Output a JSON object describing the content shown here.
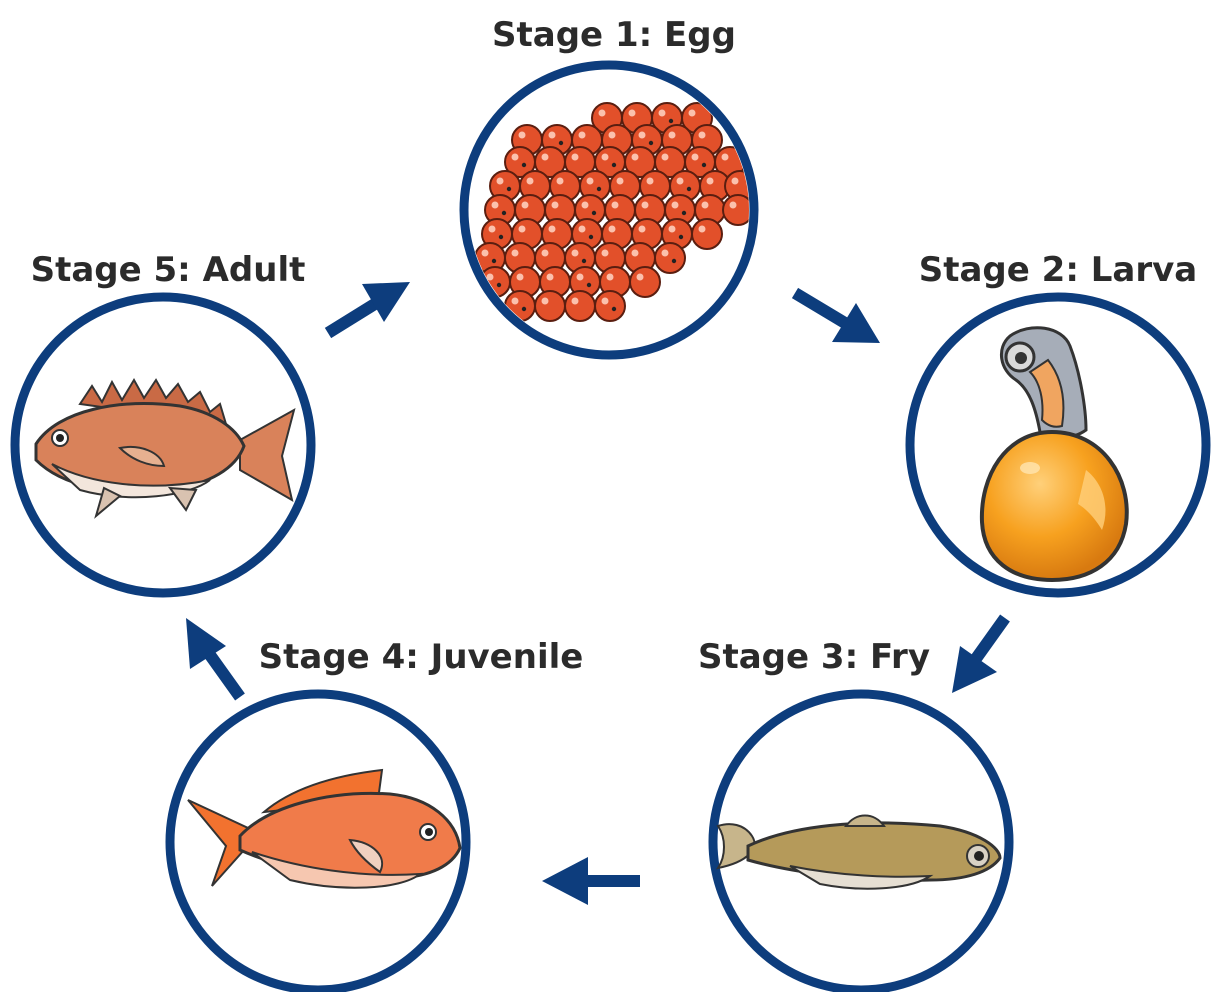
{
  "diagram": {
    "type": "life-cycle",
    "stages": [
      {
        "id": "egg",
        "label": "Stage 1: Egg",
        "icon": "fish-eggs-icon"
      },
      {
        "id": "larva",
        "label": "Stage 2: Larva",
        "icon": "fish-larva-icon"
      },
      {
        "id": "fry",
        "label": "Stage 3: Fry",
        "icon": "fish-fry-icon"
      },
      {
        "id": "juvenile",
        "label": "Stage 4: Juvenile",
        "icon": "juvenile-fish-icon"
      },
      {
        "id": "adult",
        "label": "Stage 5: Adult",
        "icon": "adult-fish-icon"
      }
    ],
    "colors": {
      "ring": "#0d3d7d",
      "arrow": "#0d3d7d",
      "label_text": "#2b2b2b",
      "egg": "#e2502a",
      "larva_yolk": "#f7a11f",
      "fry_body": "#b59a5a",
      "juvenile_body": "#f07b4a",
      "adult_body": "#d9825a"
    }
  }
}
